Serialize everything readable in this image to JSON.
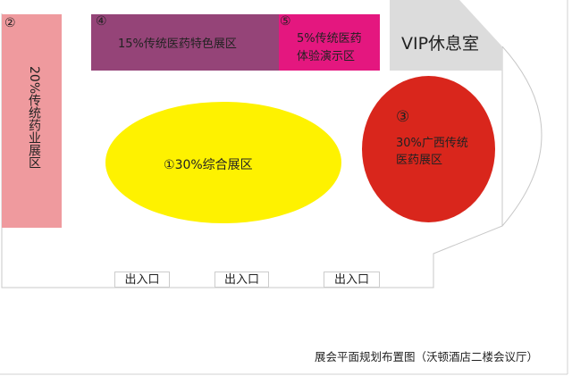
{
  "zones": {
    "z1": {
      "number": "①",
      "label": "30%综合展区",
      "color": "#fef200"
    },
    "z2": {
      "number": "②",
      "label": "20%传统药业展区",
      "color": "#ef9a9e"
    },
    "z3": {
      "number": "③",
      "label_line1": "30%广西传统",
      "label_line2": "医药展区",
      "color": "#d9261c"
    },
    "z4": {
      "number": "④",
      "label": "15%传统医药特色展区",
      "color": "#954478"
    },
    "z5": {
      "number": "⑤",
      "label_line1": "5%传统医药",
      "label_line2": "体验演示区",
      "color": "#e4177f"
    },
    "vip": {
      "label": "VIP休息室",
      "color": "#dcdcdc"
    }
  },
  "exits": [
    "出入口",
    "出入口",
    "出入口"
  ],
  "caption": "展会平面规划布置图（沃顿酒店二楼会议厅）"
}
